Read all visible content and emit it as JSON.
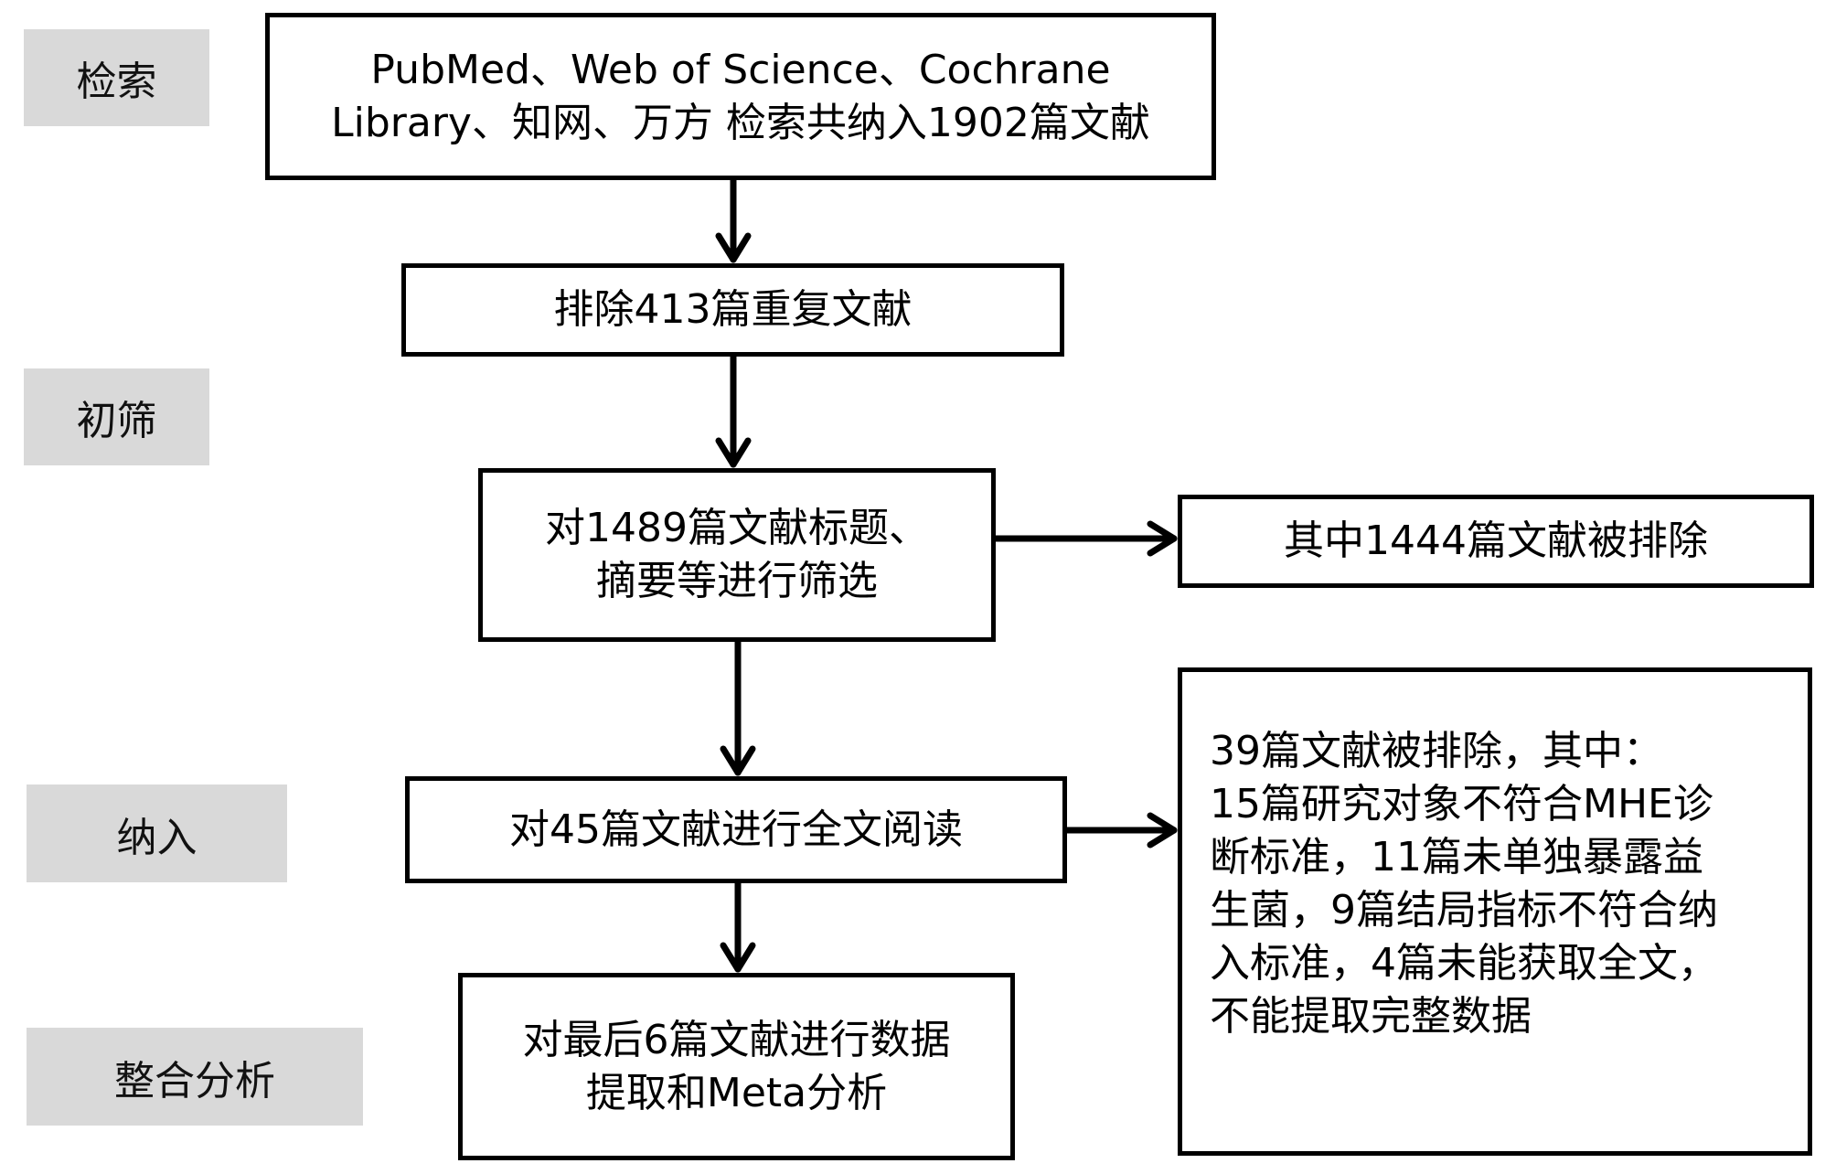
{
  "diagram": {
    "type": "flowchart",
    "stages": [
      {
        "id": "search",
        "label": "检索"
      },
      {
        "id": "screening",
        "label": "初筛"
      },
      {
        "id": "inclusion",
        "label": "纳入"
      },
      {
        "id": "synthesis",
        "label": "整合分析"
      }
    ],
    "nodes": [
      {
        "id": "n1",
        "lines": [
          "PubMed、Web of Science、Cochrane",
          "Library、知网、万方 检索共纳入1902篇文献"
        ]
      },
      {
        "id": "n2",
        "lines": [
          "排除413篇重复文献"
        ]
      },
      {
        "id": "n3",
        "lines": [
          "对1489篇文献标题、",
          "摘要等进行筛选"
        ]
      },
      {
        "id": "n3x",
        "lines": [
          "其中1444篇文献被排除"
        ]
      },
      {
        "id": "n4",
        "lines": [
          "对45篇文献进行全文阅读"
        ]
      },
      {
        "id": "n4x",
        "lines": [
          "39篇文献被排除，其中：",
          "15篇研究对象不符合MHE诊",
          "断标准，11篇未单独暴露益",
          "生菌，9篇结局指标不符合纳",
          "入标准，4篇未能获取全文，",
          "不能提取完整数据"
        ]
      },
      {
        "id": "n5",
        "lines": [
          "对最后6篇文献进行数据",
          "提取和Meta分析"
        ]
      }
    ],
    "edges": [
      {
        "from": "n1",
        "to": "n2"
      },
      {
        "from": "n2",
        "to": "n3"
      },
      {
        "from": "n3",
        "to": "n3x"
      },
      {
        "from": "n3",
        "to": "n4"
      },
      {
        "from": "n4",
        "to": "n4x"
      },
      {
        "from": "n4",
        "to": "n5"
      }
    ],
    "colors": {
      "stage_bg": "#d9d9d9",
      "border": "#000000",
      "text": "#000000"
    }
  }
}
